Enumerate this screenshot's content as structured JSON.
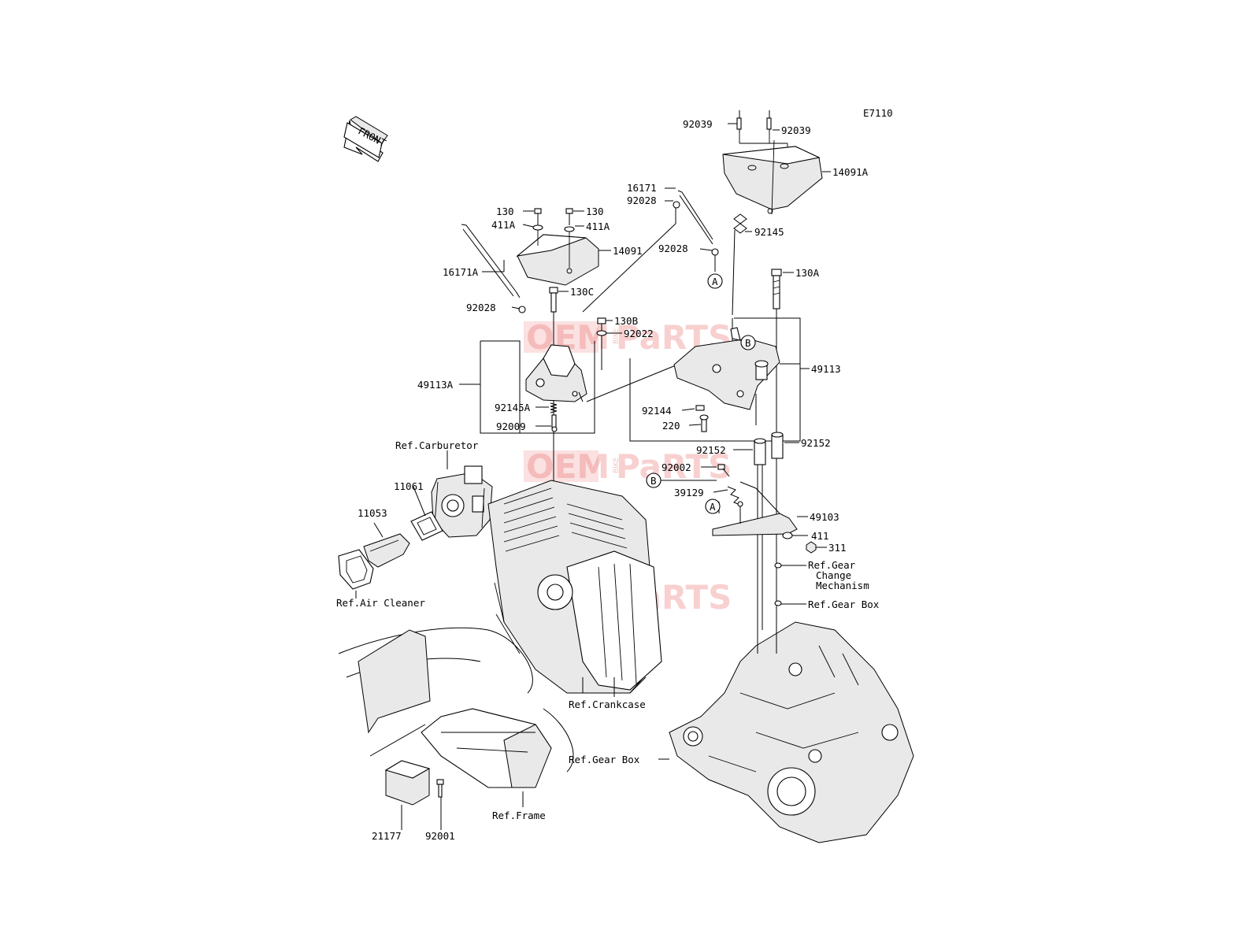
{
  "diagram_code": "E7110",
  "front_label": "FRONT",
  "callout_a": "A",
  "callout_b": "B",
  "watermark": {
    "left": "OEM",
    "small": "BIKE",
    "right": "PaRTS"
  },
  "parts": {
    "p92039_left": "92039",
    "p92039_right": "92039",
    "p14091A": "14091A",
    "p16171": "16171",
    "p92028_top": "92028",
    "p92145": "92145",
    "p92028_mid": "92028",
    "p130A": "130A",
    "p130_left": "130",
    "p130_right": "130",
    "p411A_left": "411A",
    "p411A_right": "411A",
    "p14091": "14091",
    "p16171A": "16171A",
    "p130C": "130C",
    "p92028_left": "92028",
    "p130B": "130B",
    "p92022": "92022",
    "p49113A": "49113A",
    "p49113": "49113",
    "p92145A": "92145A",
    "p92009": "92009",
    "p92144": "92144",
    "p220": "220",
    "p92152_left": "92152",
    "p92152_right": "92152",
    "p92002": "92002",
    "p39129": "39129",
    "p49103": "49103",
    "p411": "411",
    "p311": "311",
    "p11061": "11061",
    "p11053": "11053",
    "p21177": "21177",
    "p92001": "92001"
  },
  "refs": {
    "carburetor": "Ref.Carburetor",
    "air_cleaner": "Ref.Air Cleaner",
    "crankcase": "Ref.Crankcase",
    "gear_change_1": "Ref.Gear",
    "gear_change_2": "Change",
    "gear_change_3": "Mechanism",
    "gear_box_right": "Ref.Gear Box",
    "gear_box_bottom": "Ref.Gear Box",
    "frame": "Ref.Frame"
  }
}
